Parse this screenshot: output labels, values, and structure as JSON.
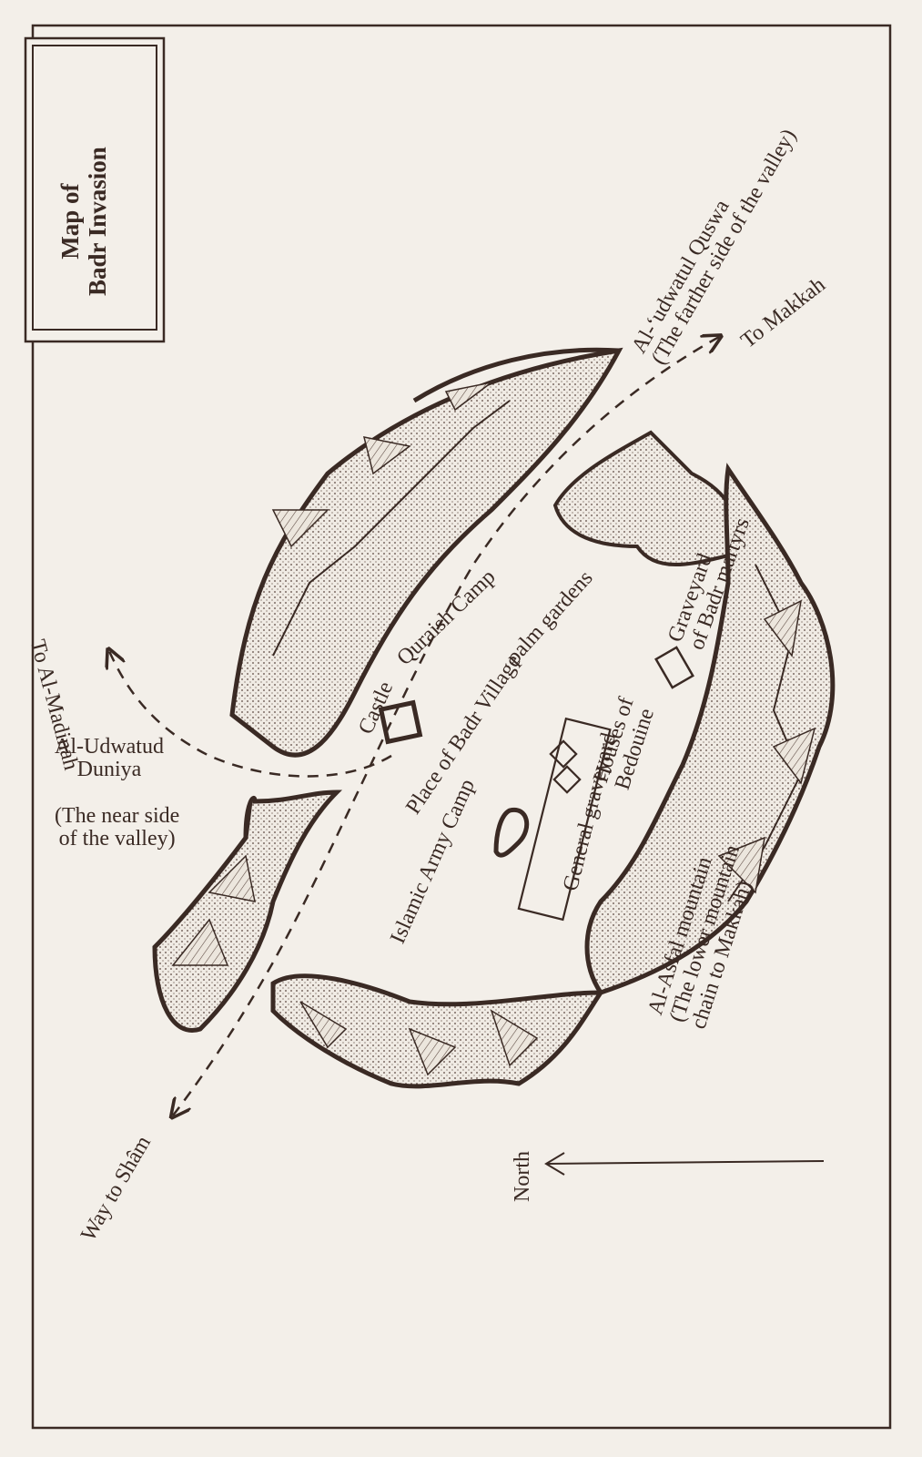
{
  "map": {
    "title_line1": "Map of",
    "title_line2": "Badr Invasion",
    "labels": {
      "udwatul_quswa_1": "Al-‘udwatul Quswa",
      "udwatul_quswa_2": "(The farther side of the valley)",
      "to_makkah": "To Makkah",
      "to_madinah": "To Al-Madinah",
      "quraish_camp": "Quraish Camp",
      "palm_gardens": "palm gardens",
      "graveyard_martyrs_1": "Graveyard",
      "graveyard_martyrs_2": "of Badr martyrs",
      "castle": "Castle",
      "place_of_badr_village": "Place of Badr Village",
      "houses_1": "Houses of",
      "houses_2": "Bedouine",
      "udwatud_duniya_1": "Al-Udwatud",
      "udwatud_duniya_2": "Duniya",
      "near_side_1": "(The near side",
      "near_side_2": "of the valley)",
      "islamic_army_camp": "Islamic Army Camp",
      "general_graveyard": "General graveyard",
      "asfal_1": "Al-Asfal mountain",
      "asfal_2": "(The lower mountain",
      "asfal_3": "chain to Makkah)",
      "way_to_sham": "Way to Shâm",
      "north": "North"
    },
    "colors": {
      "ink": "#3a2a24",
      "paper": "#f3efe9"
    }
  }
}
